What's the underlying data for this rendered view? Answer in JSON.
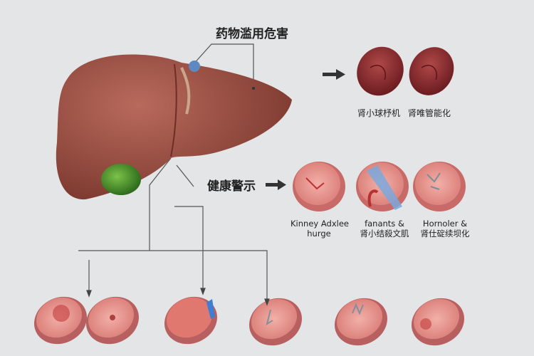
{
  "title": "药物滥用危害",
  "health_warning": "健康警示",
  "cell_labels": [
    "肾小球杼机",
    "肾唯管能化"
  ],
  "kidney_labels": [
    {
      "line1": "Kinney Adxlee",
      "line2": "hurge"
    },
    {
      "line1": "fanants &",
      "line2": "肾小结殺文肌"
    },
    {
      "line1": "Hornoler &",
      "line2": "肾仕碇续坝化"
    }
  ],
  "colors": {
    "background": "#e4e5e7",
    "liver": "#9c4a3e",
    "gallbladder": "#4f9a2e",
    "tissue": "#e89890",
    "arrow": "#333333"
  }
}
